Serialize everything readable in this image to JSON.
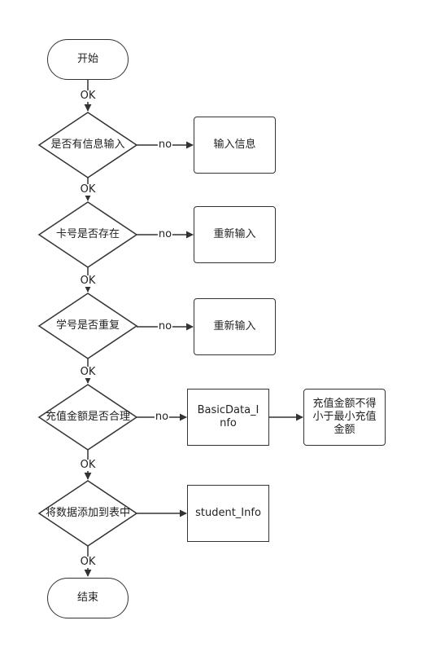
{
  "nodes": {
    "start": "开始",
    "d1": "是否有信息输入",
    "r1": "输入信息",
    "d2": "卡号是否存在",
    "r2": "重新输入",
    "d3": "学号是否重复",
    "r3": "重新输入",
    "d4": "充值金额是否合理",
    "r4": "BasicData_Info",
    "r5": "充值金额不得小于最小充值金额",
    "d5": "将数据添加到表中",
    "r6": "student_Info",
    "end": "结束"
  },
  "labels": {
    "ok1": "OK",
    "ok2": "OK",
    "ok3": "OK",
    "ok4": "OK",
    "ok5": "OK",
    "ok6": "OK",
    "no1": "no",
    "no2": "no",
    "no3": "no",
    "no4": "no"
  }
}
